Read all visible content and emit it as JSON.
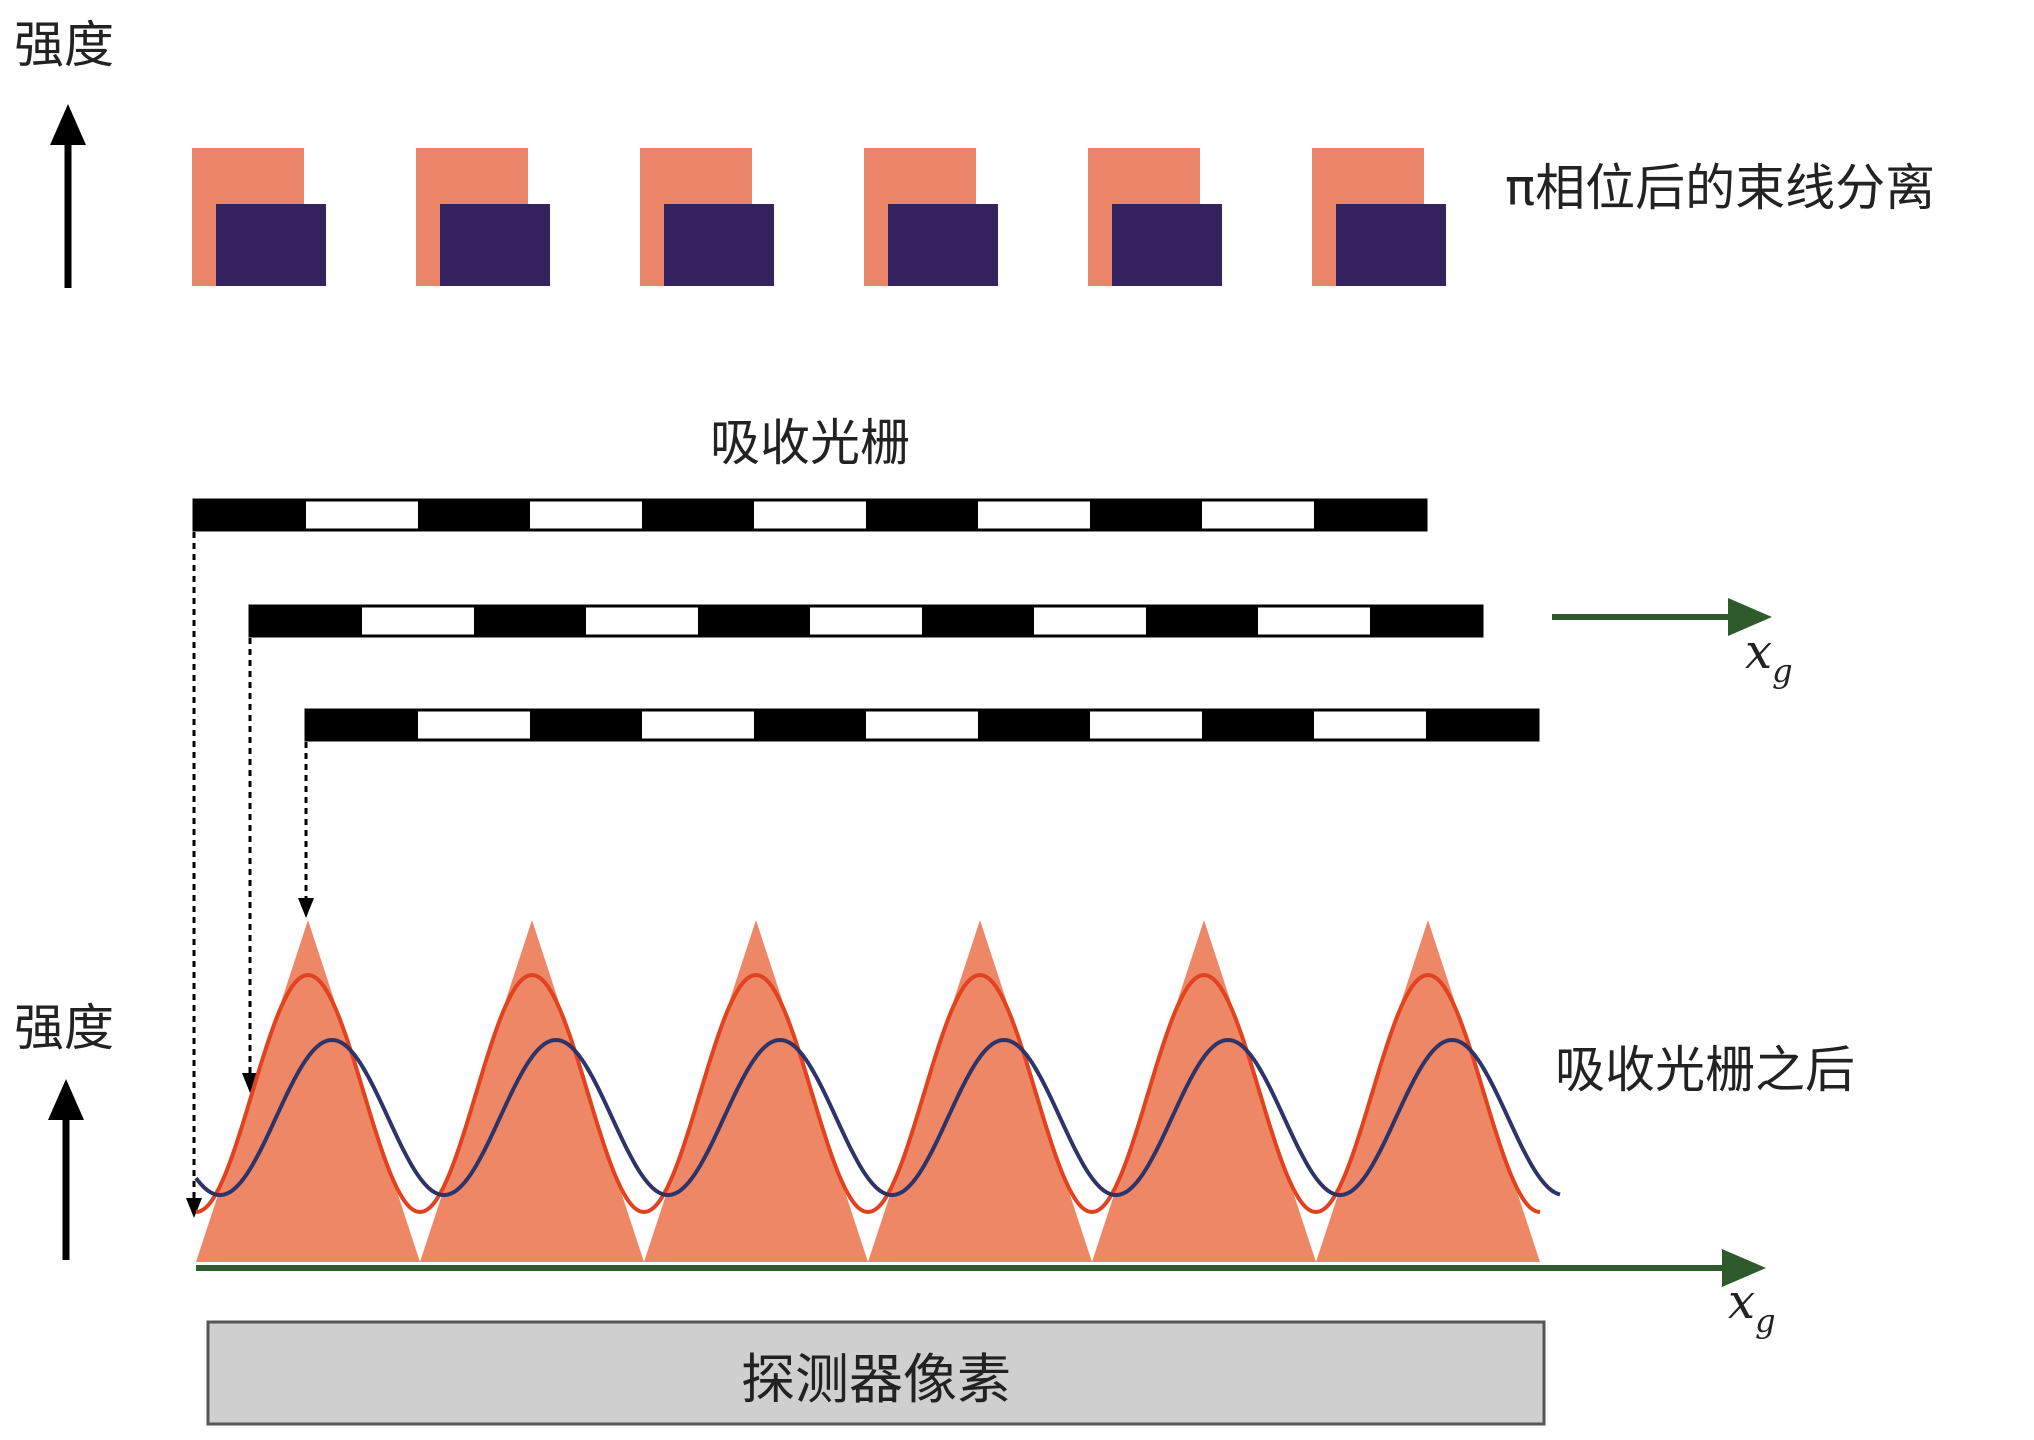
{
  "labels": {
    "intensity_top": "强度",
    "intensity_bottom": "强度",
    "beamlet_caption": "π相位后的束线分离",
    "grating_title": "吸收光栅",
    "after_grating": "吸收光栅之后",
    "xg_upper": "x",
    "xg_upper_sub": "g",
    "xg_lower": "x",
    "xg_lower_sub": "g",
    "detector": "探测器像素"
  },
  "beamlet_pairs": {
    "count": 6,
    "front_color": "#35235f",
    "back_color": "#ea8468"
  },
  "gratings": {
    "rows": 3,
    "segments_per_row": 11,
    "bar_color": "#000000",
    "gap_color": "#ffffff"
  },
  "profiles": {
    "peaks": 6,
    "triangle_fill": "#ee8766",
    "red_curve_color": "#e2431f",
    "blue_curve_color": "#2f3468"
  },
  "colors": {
    "axis_arrow": "#2f5a2c",
    "intensity_arrow": "#000000",
    "detector_fill": "#cfcfcf",
    "detector_border": "#555555"
  }
}
